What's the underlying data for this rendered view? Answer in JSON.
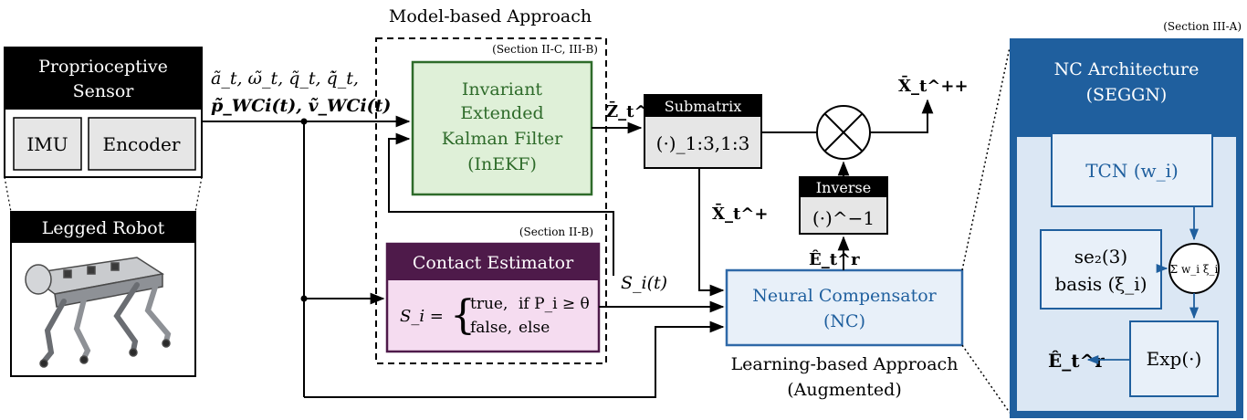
{
  "model_based": {
    "title": "Model-based Approach",
    "section_ekf": "(Section II-C, III-B)",
    "section_contact": "(Section II-B)"
  },
  "sensor": {
    "title_line1": "Proprioceptive",
    "title_line2": "Sensor",
    "imu": "IMU",
    "encoder": "Encoder"
  },
  "robot": {
    "title": "Legged Robot"
  },
  "inputs": {
    "line1": "ã_t, ω̃_t, q̃_t, q̃̇_t,",
    "line2": "p̃_WCi(t), ṽ_WCi(t)"
  },
  "inekf": {
    "line1": "Invariant",
    "line2": "Extended",
    "line3": "Kalman Filter",
    "line4": "(InEKF)"
  },
  "contact": {
    "title": "Contact Estimator",
    "formula_lhs": "S_i =",
    "case1_val": "true,",
    "case1_cond": "if P_i ≥ θ",
    "case2_val": "false,",
    "case2_cond": "else",
    "output_label": "S_i(t)"
  },
  "submatrix": {
    "title": "Submatrix",
    "expr": "(·)_1:3,1:3"
  },
  "inverse": {
    "title": "Inverse",
    "expr": "(·)^−1"
  },
  "signals": {
    "z_plus": "Z̄_t^+",
    "x_plus": "X̄_t^+",
    "x_plusplus": "X̄_t^++",
    "e_hat": "Ê_t^r"
  },
  "nc": {
    "line1": "Neural Compensator",
    "line2": "(NC)",
    "caption_line1": "Learning-based Approach",
    "caption_line2": "(Augmented)"
  },
  "nc_arch": {
    "section": "(Section III-A)",
    "title_line1": "NC Architecture",
    "title_line2": "(SEGGN)",
    "tcn": "TCN (w_i)",
    "basis_line1": "se₂(3)",
    "basis_line2": "basis (ξ_i)",
    "sum": "Σ w_i ξ_i",
    "exp": "Exp(·)",
    "e_hat": "Ê_t^r"
  },
  "colors": {
    "black": "#000000",
    "gray_fill": "#e6e6e6",
    "inekf_fill": "#dff0d8",
    "inekf_border": "#2e6b2a",
    "contact_title": "#4e1a4a",
    "contact_fill": "#f5dcf0",
    "nc_border": "#2f69a8",
    "nc_fill": "#e8f0f9",
    "arch_dark": "#1f5f9e",
    "arch_fill": "#dbe7f4"
  }
}
